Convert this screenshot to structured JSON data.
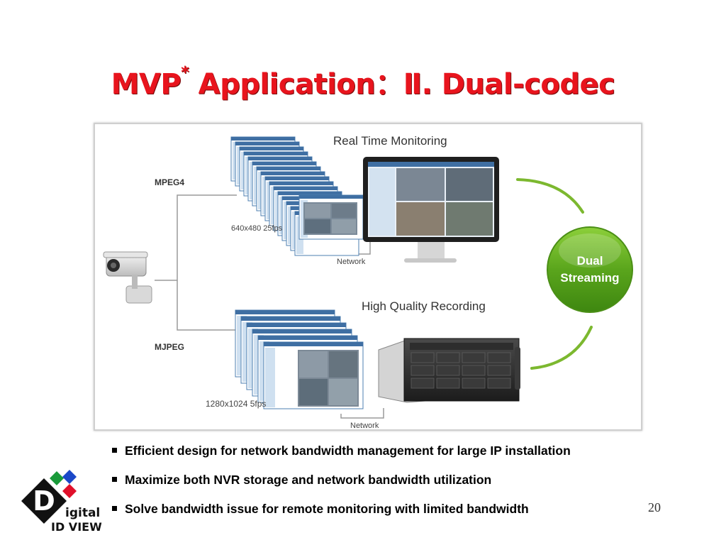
{
  "slide": {
    "title_main": "MVP",
    "title_sup": "*",
    "title_rest": " Application：Ⅱ. Dual-codec",
    "page_number": "20"
  },
  "figure": {
    "top_heading": "Real Time Monitoring",
    "bottom_heading": "High Quality Recording",
    "top_codec": "MPEG4",
    "bottom_codec": "MJPEG",
    "top_resolution": "640x480 25fps",
    "bottom_resolution": "1280x1024 5fps",
    "top_network": "Network",
    "bottom_network": "Network",
    "badge_line1": "Dual",
    "badge_line2": "Streaming"
  },
  "bullets": [
    "Efficient design for network bandwidth management for large IP installation",
    "Maximize both NVR storage and network bandwidth utilization",
    "Solve bandwidth issue for remote monitoring with limited bandwidth"
  ],
  "logo": {
    "letter": "D",
    "word1": "igital",
    "word2": "ID VIEW"
  },
  "colors": {
    "title_red": "#e8141d",
    "badge_green": "#5aa51c",
    "arc_green": "#7cb82f"
  }
}
